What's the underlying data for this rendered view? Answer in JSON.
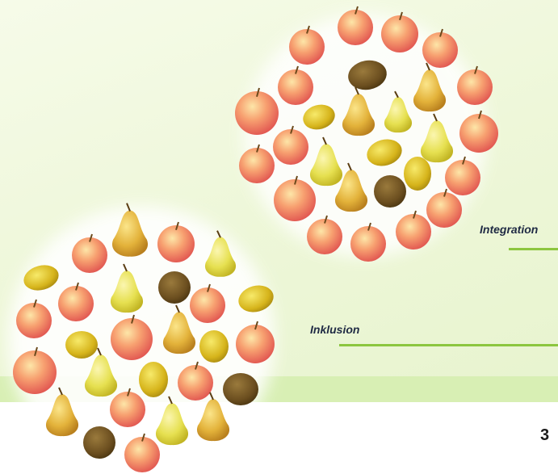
{
  "labels": {
    "integration": "Integration",
    "inklusion": "Inklusion"
  },
  "page_number": "3",
  "colors": {
    "rule_green": "#8cc63f",
    "band_green": "#d8efb4",
    "text": "#1f2a44"
  },
  "icons": {
    "apple": "apple-icon",
    "pear": "pear-icon",
    "lemon": "lemon-icon",
    "kiwi": "kiwi-icon"
  }
}
